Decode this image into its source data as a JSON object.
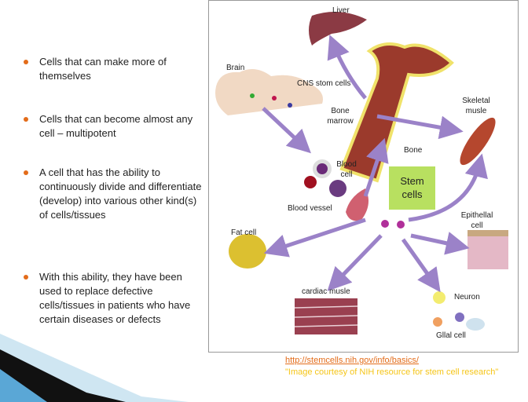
{
  "bullets": [
    {
      "text": "Cells that can make more of themselves"
    },
    {
      "text": "Cells that can become almost any cell – multipotent"
    },
    {
      "text": "A cell that has the ability to continuously divide and differentiate (develop) into various other kind(s) of cells/tissues"
    },
    {
      "text": "With this ability, they have been used to replace defective cells/tissues in patients who have certain diseases or defects"
    }
  ],
  "diagram": {
    "labels": {
      "liver": "Liver",
      "brain": "Brain",
      "cns": "CNS stom cells",
      "bone_marrow": "Bone marrow",
      "skeletal": "Skeletal musle",
      "bone": "Bone",
      "blood_cell": "Blood cell",
      "stem_cells": "Stem cells",
      "blood_vessel": "Blood vessel",
      "epithelial": "Epithellal cell",
      "fat_cell": "Fat cell",
      "cardiac": "cardiac musle",
      "neuron": "Neuron",
      "glial": "Gllal cell"
    },
    "arrow_color": "#9b82c8"
  },
  "source": {
    "link": "http://stemcells.nih.gov/info/basics/",
    "credit": "\"Image courtesy of NIH resource for stem cell research\""
  }
}
